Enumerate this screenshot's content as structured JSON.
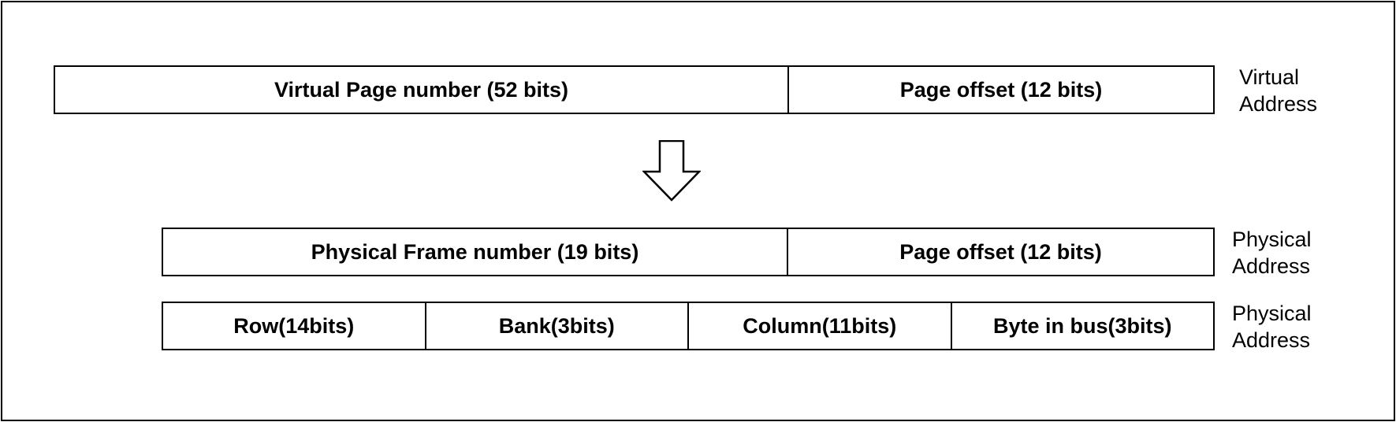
{
  "virtual_address": {
    "fields": [
      {
        "label": "Virtual Page number (52 bits)"
      },
      {
        "label": "Page offset (12 bits)"
      }
    ],
    "side_label": [
      "Virtual",
      "Address"
    ]
  },
  "physical_address": {
    "fields": [
      {
        "label": "Physical Frame number (19 bits)"
      },
      {
        "label": "Page offset (12 bits)"
      }
    ],
    "side_label": [
      "Physical",
      "Address"
    ]
  },
  "dram_address": {
    "fields": [
      {
        "label": "Row(14bits)"
      },
      {
        "label": "Bank(3bits)"
      },
      {
        "label": "Column(11bits)"
      },
      {
        "label": "Byte in bus(3bits)"
      }
    ],
    "side_label": [
      "Physical",
      "Address"
    ]
  },
  "icons": {
    "translation_arrow": "down-arrow-icon"
  },
  "colors": {
    "stroke": "#000000",
    "background": "#ffffff"
  }
}
